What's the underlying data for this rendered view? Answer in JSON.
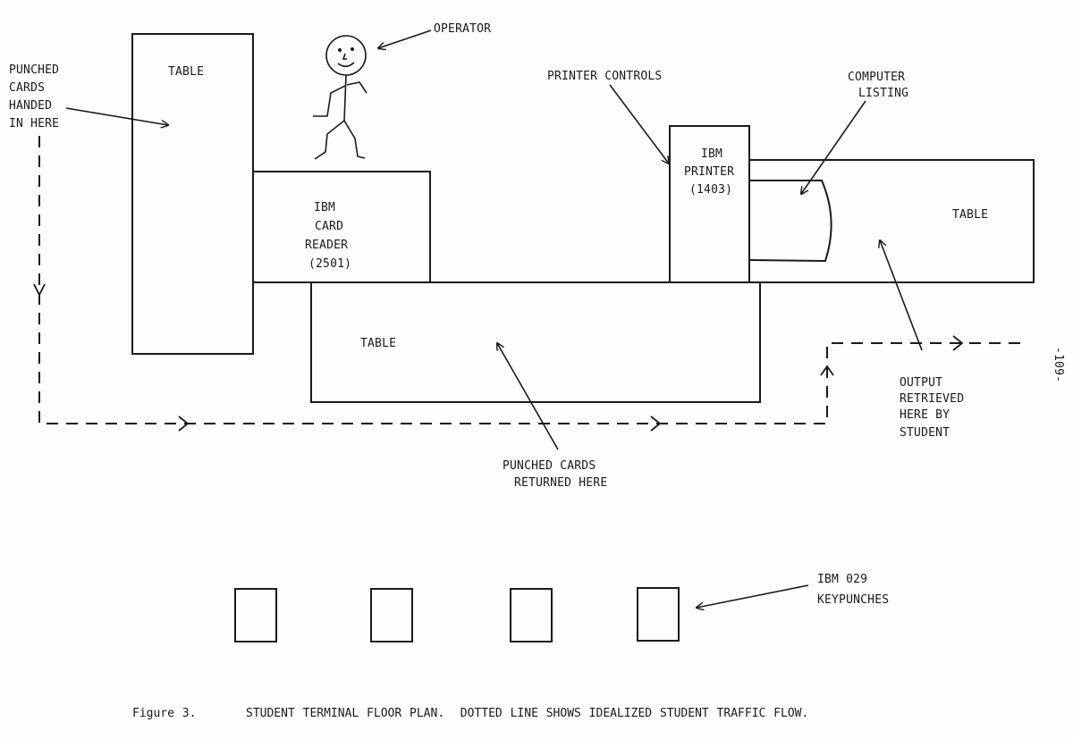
{
  "labels": {
    "operator": "OPERATOR",
    "punched_cards_in": [
      "PUNCHED",
      "CARDS",
      "HANDED",
      "IN HERE"
    ],
    "table_left": "TABLE",
    "card_reader": [
      "IBM",
      "CARD",
      "READER",
      "(2501)"
    ],
    "table_center": "TABLE",
    "printer_controls": "PRINTER CONTROLS",
    "computer_listing": [
      "COMPUTER",
      "LISTING"
    ],
    "printer": [
      "IBM",
      "PRINTER",
      "(1403)"
    ],
    "table_right": "TABLE",
    "output_retrieved": [
      "OUTPUT",
      "RETRIEVED",
      "HERE BY",
      "STUDENT"
    ],
    "punched_cards_returned": [
      "PUNCHED CARDS",
      "RETURNED HERE"
    ],
    "keypunches": [
      "IBM 029",
      "KEYPUNCHES"
    ],
    "page_number": "-109-"
  },
  "caption": {
    "figure": "Figure 3.",
    "text": "STUDENT TERMINAL FLOOR PLAN.  DOTTED LINE SHOWS IDEALIZED STUDENT TRAFFIC FLOW."
  }
}
